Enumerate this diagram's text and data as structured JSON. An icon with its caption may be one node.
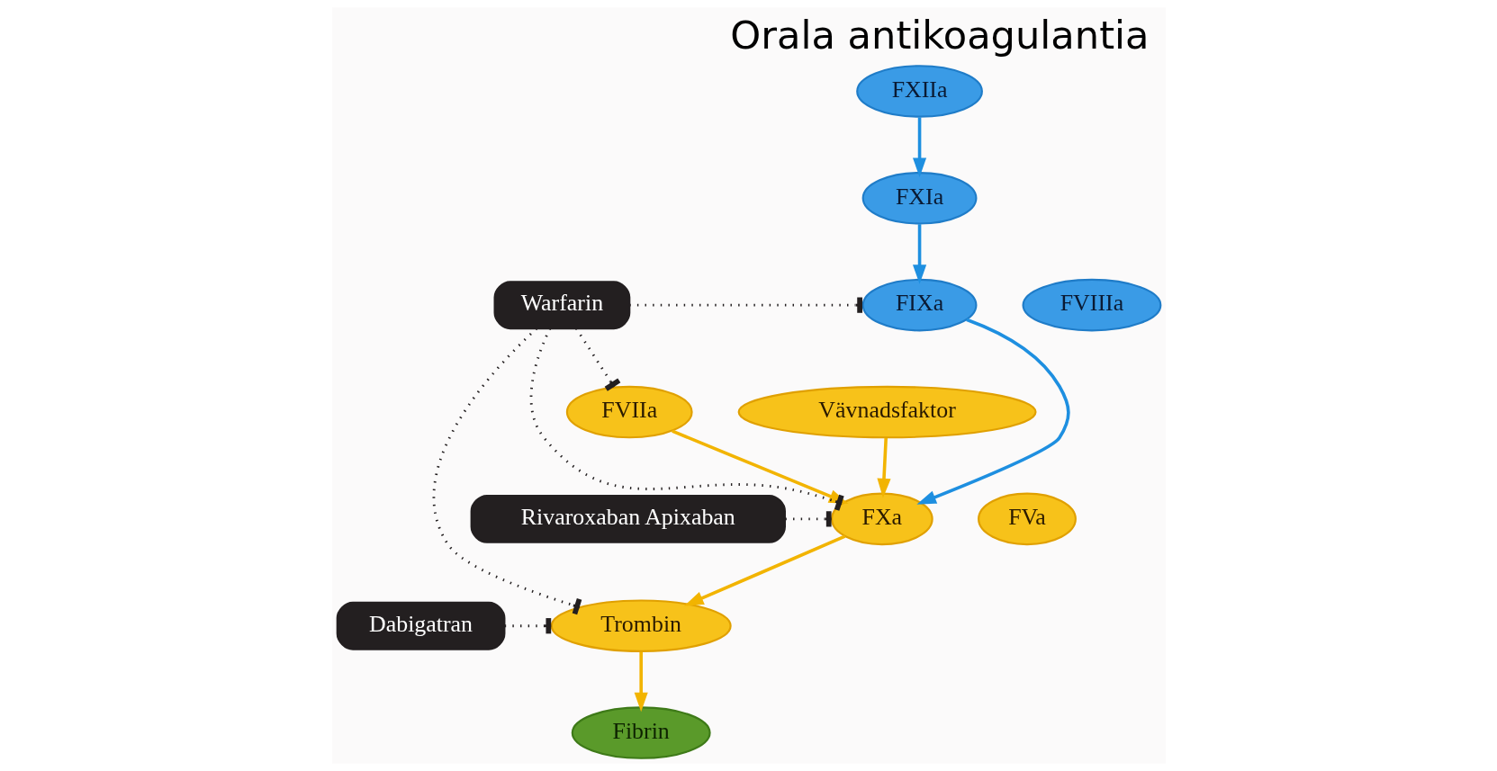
{
  "diagram": {
    "title": "Orala antikoagulantia",
    "nodes": [
      {
        "text": [
          "FXIIa"
        ]
      },
      {
        "text": [
          "FXIa"
        ]
      },
      {
        "text": [
          "FVIIa"
        ]
      },
      {
        "text": [
          "Vävnadsfaktor"
        ]
      },
      {
        "text": [
          "Warfarin"
        ]
      },
      {
        "text": [
          "FIXa"
        ]
      },
      {
        "text": [
          "FVIIIa"
        ]
      },
      {
        "text": [
          "FXa"
        ]
      },
      {
        "text": [
          "FVa"
        ]
      },
      {
        "text": [
          "Rivaroxaban Apixaban"
        ]
      },
      {
        "text": [
          "Dabigatran"
        ]
      },
      {
        "text": [
          "Trombin"
        ]
      },
      {
        "text": [
          "Fibrin"
        ]
      }
    ],
    "edges": [
      {
        "from": 0,
        "to": 1,
        "arrow": "to",
        "color": "#1e8fe0"
      },
      {
        "from": 1,
        "to": 5,
        "arrow": "to",
        "color": "#1e8fe0"
      },
      {
        "from": 5,
        "to": 7,
        "arrow": "to",
        "color": "#1e8fe0"
      },
      {
        "from": 2,
        "to": 7,
        "arrow": "to",
        "color": "#f2b400"
      },
      {
        "from": 3,
        "to": 7,
        "arrow": "to",
        "color": "#f2b400"
      },
      {
        "from": 7,
        "to": 11,
        "arrow": "to",
        "color": "#f2b400"
      },
      {
        "from": 11,
        "to": 12,
        "arrow": "to",
        "color": "#f2b400"
      },
      {
        "from": 4,
        "to": 2,
        "arrow": "other",
        "style": "dashed"
      },
      {
        "from": 4,
        "to": 5,
        "arrow": "other",
        "style": "dashed"
      },
      {
        "from": 4,
        "to": 7,
        "arrow": "other",
        "style": "dashed"
      },
      {
        "from": 4,
        "to": 11,
        "arrow": "other",
        "style": "dashed"
      },
      {
        "from": 9,
        "to": 7,
        "arrow": "other",
        "style": "dashed"
      },
      {
        "from": 10,
        "to": 11,
        "arrow": "other",
        "style": "dashed"
      }
    ]
  }
}
